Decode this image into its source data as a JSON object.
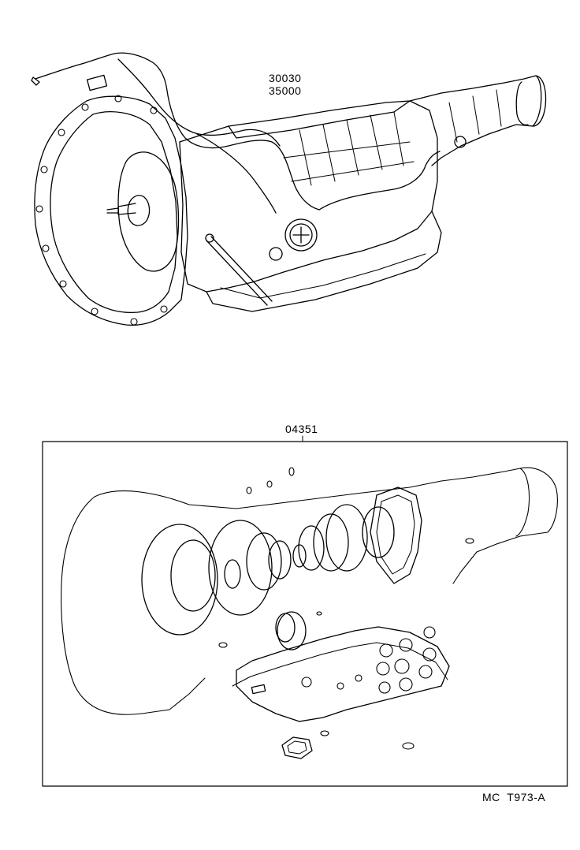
{
  "parts": {
    "transmission_assy_a": "30030",
    "transmission_assy_b": "35000",
    "overhaul_gasket_kit": "04351"
  },
  "footer": {
    "code": "MC  T973-A"
  },
  "colors": {
    "ink": "#000000",
    "paper": "#ffffff"
  }
}
